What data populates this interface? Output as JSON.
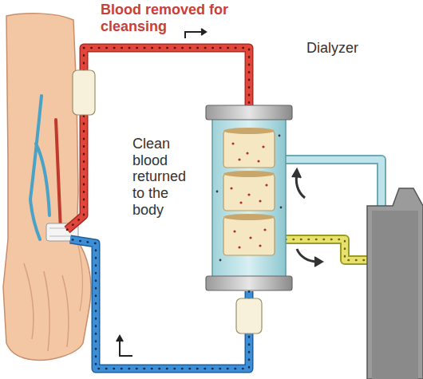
{
  "diagram": {
    "labels": [
      "Blood removed for cleansing",
      "Dialyzer",
      "Clean blood returned to the body"
    ]
  }
}
